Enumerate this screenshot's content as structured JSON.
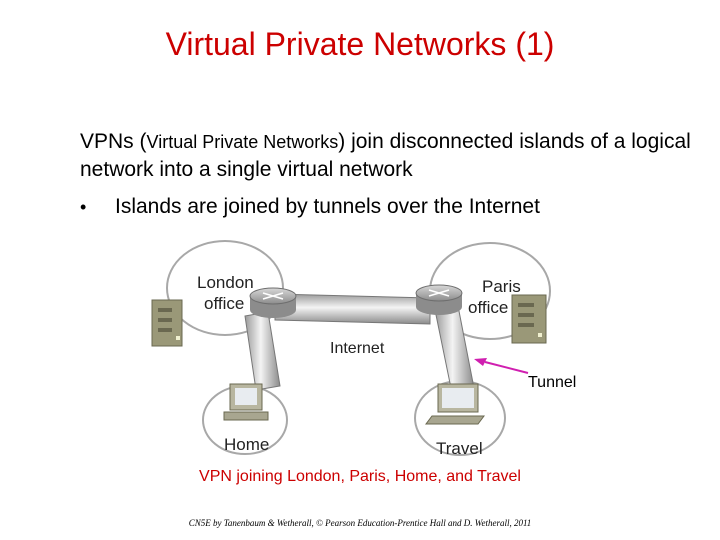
{
  "slide": {
    "title": "Virtual Private Networks (1)",
    "intro_part1": "VPNs (",
    "intro_small": "Virtual Private Networks",
    "intro_part2": ") join disconnected islands of a logical network into a single virtual network",
    "bullet_symbol": "•",
    "bullet_text": "Islands are joined by tunnels over the Internet",
    "caption": "VPN joining London, Paris, Home, and Travel",
    "footer": "CN5E by Tanenbaum & Wetherall, © Pearson Education-Prentice Hall and D. Wetherall, 2011"
  },
  "diagram": {
    "london_label_1": "London",
    "london_label_2": "office",
    "paris_label_1": "Paris",
    "paris_label_2": "office",
    "internet_label": "Internet",
    "home_label": "Home",
    "travel_label": "Travel",
    "tunnel_label": "Tunnel",
    "colors": {
      "title": "#cc0000",
      "pointer": "#d01fb0",
      "cloud_edge": "#9a9a9a"
    }
  }
}
